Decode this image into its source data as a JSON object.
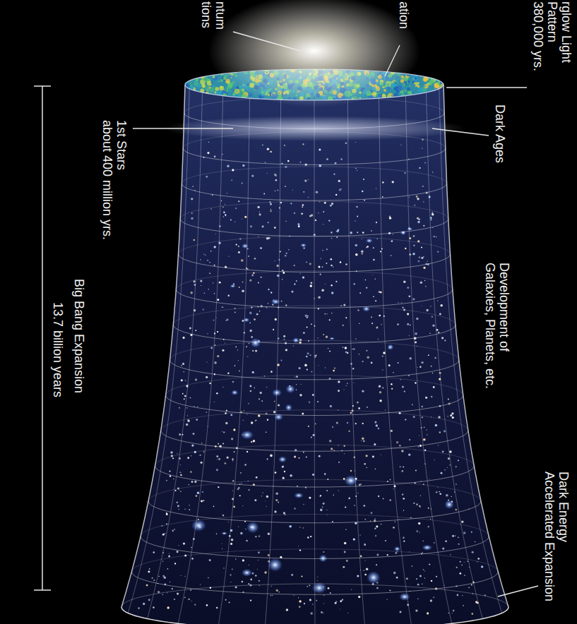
{
  "diagram": {
    "labels": [
      "ntum tions",
      "ation",
      "rglow Light Pattern 380,000 yrs.",
      "Dark Ages",
      "1st Stars about 400 million yrs.",
      "Development of Galaxies, Planets, etc.",
      "Dark Energy Accelerated Expansion",
      "Big Bang Expansion",
      "13.7 billion years"
    ]
  }
}
